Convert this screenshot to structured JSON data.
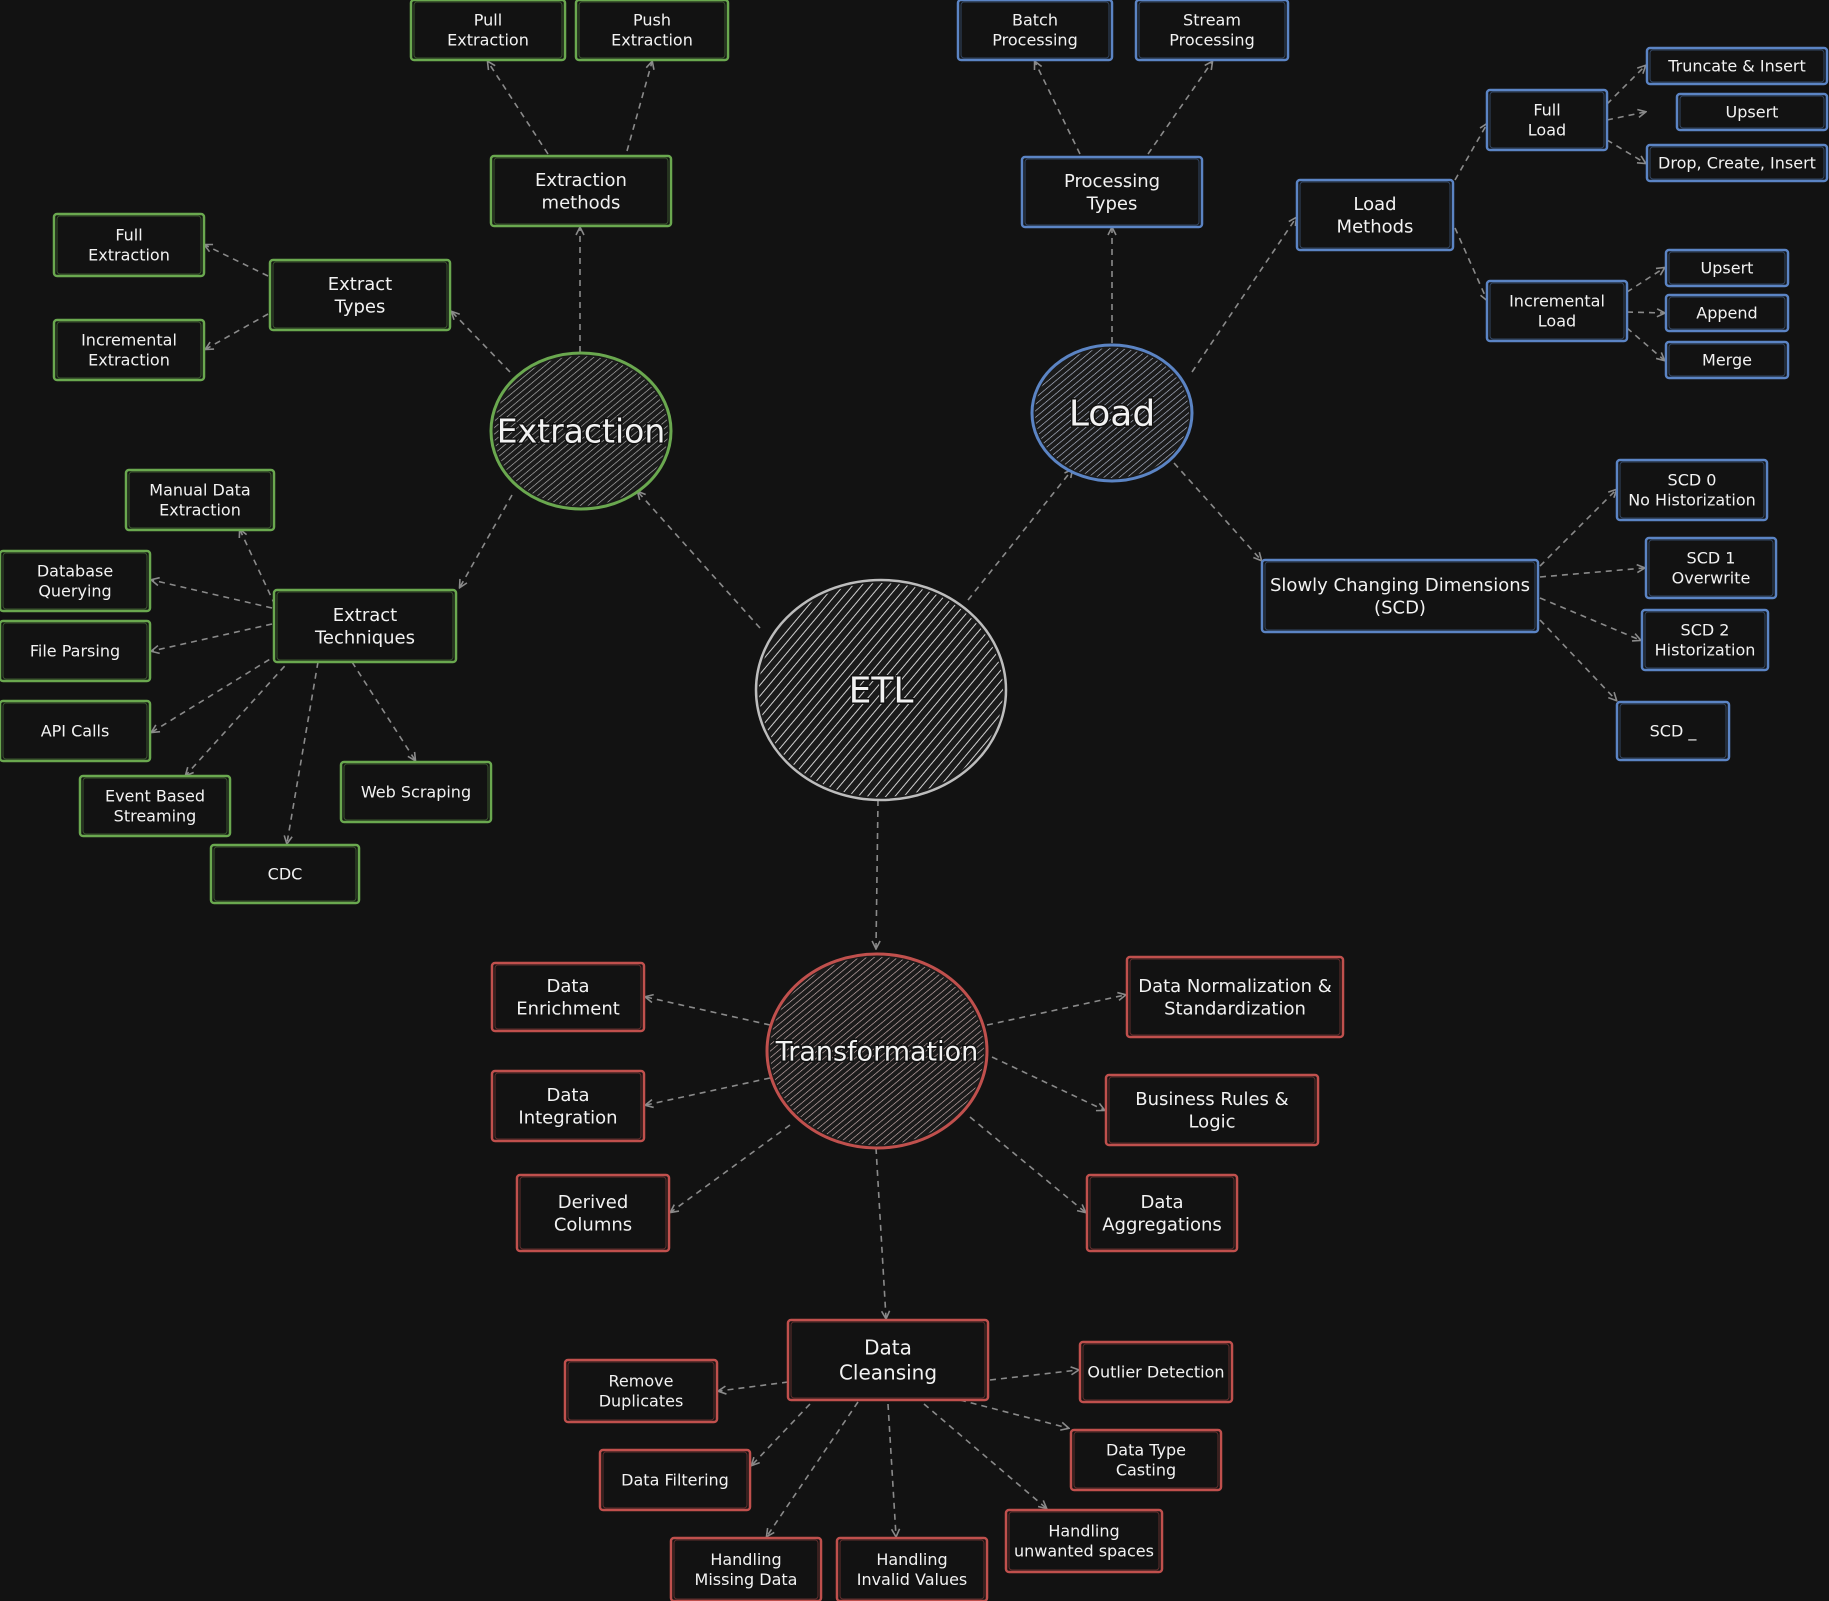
{
  "colors": {
    "background": "#121212",
    "extraction": "#6aa84f",
    "load": "#5b84c4",
    "transformation": "#c0504d",
    "center": "#bdbdbd",
    "text": "#f2f2f2",
    "arrow": "#8a8a8a"
  },
  "hubs": {
    "etl": "ETL",
    "extraction": "Extraction",
    "load": "Load",
    "transformation": "Transformation"
  },
  "extraction": {
    "methods": {
      "label": [
        "Extraction",
        "methods"
      ],
      "children": [
        [
          "Pull",
          "Extraction"
        ],
        [
          "Push",
          "Extraction"
        ]
      ]
    },
    "types": {
      "label": [
        "Extract",
        "Types"
      ],
      "children": [
        [
          "Full",
          "Extraction"
        ],
        [
          "Incremental",
          "Extraction"
        ]
      ]
    },
    "techniques": {
      "label": [
        "Extract",
        "Techniques"
      ],
      "children": [
        [
          "Manual Data",
          "Extraction"
        ],
        [
          "Database",
          "Querying"
        ],
        [
          "File Parsing"
        ],
        [
          "API Calls"
        ],
        [
          "Event Based",
          "Streaming"
        ],
        [
          "CDC"
        ],
        [
          "Web Scraping"
        ]
      ]
    }
  },
  "load": {
    "processing_types": {
      "label": [
        "Processing",
        "Types"
      ],
      "children": [
        [
          "Batch",
          "Processing"
        ],
        [
          "Stream",
          "Processing"
        ]
      ]
    },
    "load_methods": {
      "label": [
        "Load",
        "Methods"
      ]
    },
    "full_load": {
      "label": [
        "Full",
        "Load"
      ],
      "children": [
        [
          "Truncate & Insert"
        ],
        [
          "Upsert"
        ],
        [
          "Drop, Create, Insert"
        ]
      ]
    },
    "incremental_load": {
      "label": [
        "Incremental",
        "Load"
      ],
      "children": [
        [
          "Upsert"
        ],
        [
          "Append"
        ],
        [
          "Merge"
        ]
      ]
    },
    "scd": {
      "label": [
        "Slowly Changing Dimensions",
        "(SCD)"
      ],
      "children": [
        [
          "SCD 0",
          "No Historization"
        ],
        [
          "SCD 1",
          "Overwrite"
        ],
        [
          "SCD 2",
          "Historization"
        ],
        [
          "SCD _"
        ]
      ]
    }
  },
  "transformation": {
    "children": [
      [
        "Data",
        "Enrichment"
      ],
      [
        "Data",
        "Integration"
      ],
      [
        "Derived",
        "Columns"
      ],
      [
        "Data Normalization &",
        "Standardization"
      ],
      [
        "Business Rules &",
        "Logic"
      ],
      [
        "Data",
        "Aggregations"
      ]
    ],
    "cleansing": {
      "label": [
        "Data",
        "Cleansing"
      ],
      "children": [
        [
          "Remove",
          "Duplicates"
        ],
        [
          "Data Filtering"
        ],
        [
          "Handling",
          "Missing Data"
        ],
        [
          "Handling",
          "Invalid Values"
        ],
        [
          "Handling",
          "unwanted spaces"
        ],
        [
          "Data Type",
          "Casting"
        ],
        [
          "Outlier Detection"
        ]
      ]
    }
  }
}
